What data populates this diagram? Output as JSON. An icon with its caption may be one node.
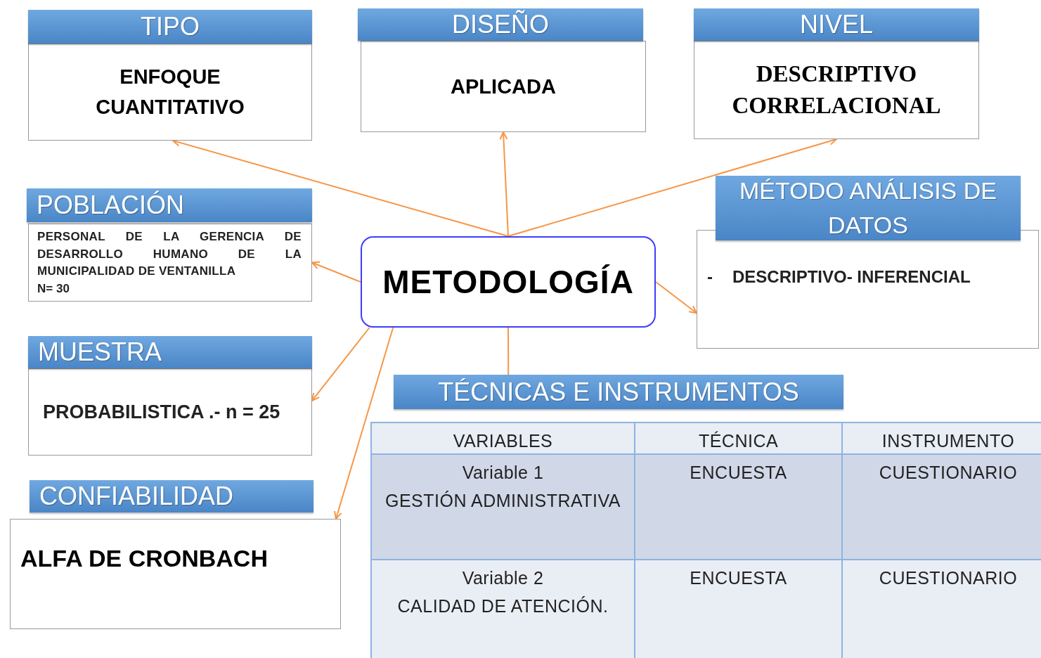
{
  "diagram": {
    "nodes": [
      {
        "text": [
          "TIPO",
          "ENFOQUE CUANTITATIVO"
        ]
      },
      {
        "text": [
          "DISEÑO",
          "APLICADA"
        ]
      },
      {
        "text": [
          "NIVEL",
          "DESCRIPTIVO CORRELACIONAL"
        ]
      },
      {
        "text": [
          "POBLACIÓN",
          "PERSONAL DE LA GERENCIA DE DESARROLLO HUMANO DE LA MUNICIPALIDAD DE VENTANILLA",
          "N= 30"
        ]
      },
      {
        "text": [
          "MÉTODO ANÁLISIS DE DATOS",
          "-",
          "DESCRIPTIVO- INFERENCIAL"
        ]
      },
      {
        "text": [
          "METODOLOGÍA"
        ]
      },
      {
        "text": [
          "MUESTRA",
          "PROBABILISTICA .- n = 25"
        ]
      },
      {
        "text": [
          "TÉCNICAS E INSTRUMENTOS"
        ]
      },
      {
        "text": [
          "CONFIABILIDAD",
          "ALFA DE CRONBACH"
        ]
      }
    ],
    "edges": [
      {
        "from": 5,
        "to": 0,
        "arrow": "to"
      },
      {
        "from": 5,
        "to": 1,
        "arrow": "to"
      },
      {
        "from": 5,
        "to": 2,
        "arrow": "to"
      },
      {
        "from": 5,
        "to": 3,
        "arrow": "to"
      },
      {
        "from": 5,
        "to": 4,
        "arrow": "to"
      },
      {
        "from": 5,
        "to": 6,
        "arrow": "to"
      },
      {
        "from": 5,
        "to": 7,
        "arrow": "none"
      },
      {
        "from": 5,
        "to": 8,
        "arrow": "to"
      }
    ],
    "labels": [
      "VARIABLES",
      "TÉCNICA",
      "INSTRUMENTO",
      "Variable 1",
      "GESTIÓN ADMINISTRATIVA",
      "ENCUESTA",
      "CUESTIONARIO",
      "Variable 2",
      "CALIDAD DE ATENCIÓN.",
      "ENCUESTA",
      "CUESTIONARIO"
    ]
  }
}
